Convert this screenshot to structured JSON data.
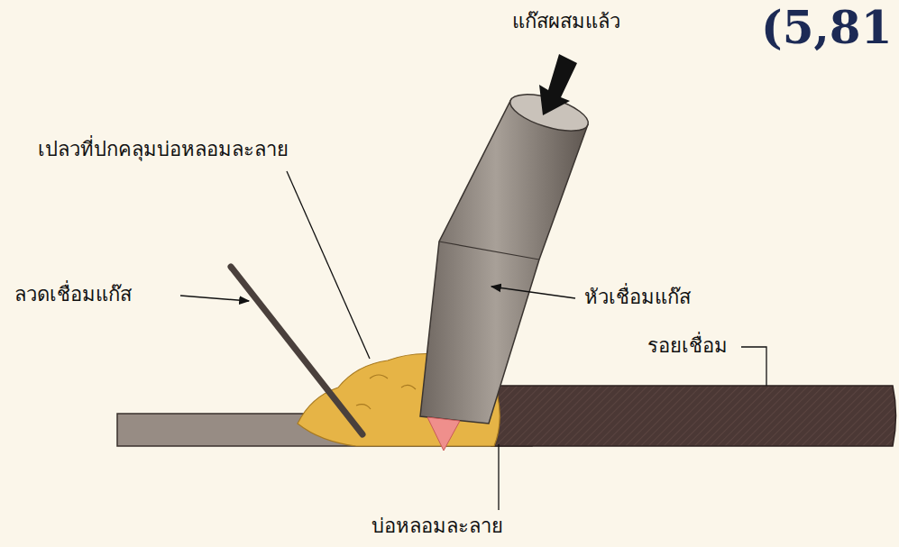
{
  "diagram": {
    "labels": [
      "(5,81",
      "แก๊สผสมแล้ว",
      "เปลวที่ปกคลุมบ่อหลอมละลาย",
      "หัวเชื่อมแก๊ส",
      "ลวดเชื่อมแก๊ส",
      "รอยเชื่อม",
      "บ่อหลอมละลาย"
    ]
  }
}
